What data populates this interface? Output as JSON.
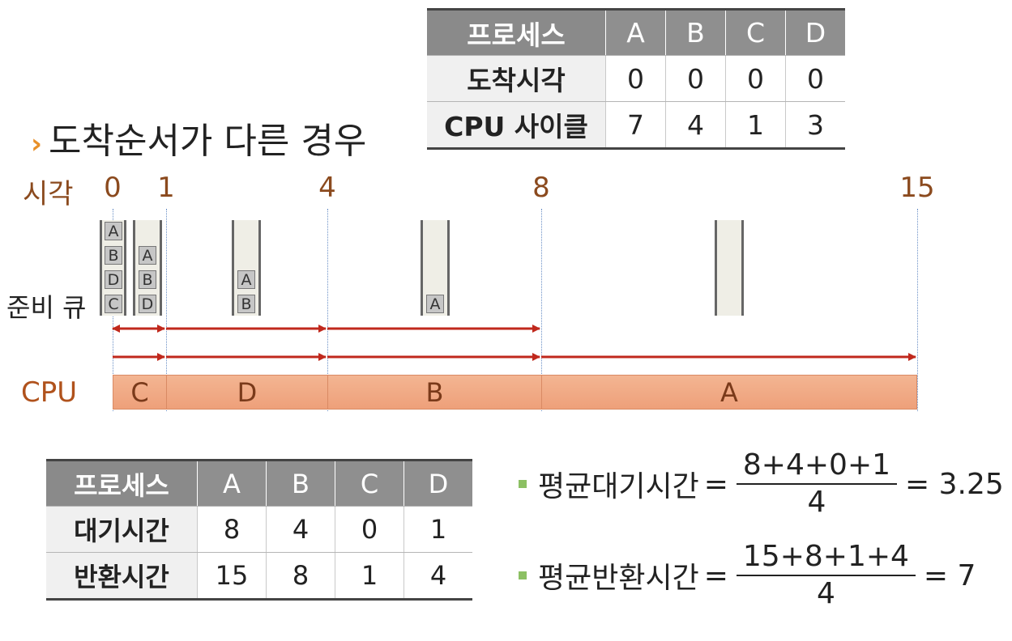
{
  "top_table": {
    "header": [
      "프로세스",
      "A",
      "B",
      "C",
      "D"
    ],
    "rows": [
      {
        "label": "도착시각",
        "values": [
          "0",
          "0",
          "0",
          "0"
        ]
      },
      {
        "label": "CPU 사이클",
        "values": [
          "7",
          "4",
          "1",
          "3"
        ]
      }
    ]
  },
  "title": {
    "bullet": "›",
    "text": "도착순서가 다른 경우"
  },
  "timeline": {
    "label": "시각",
    "ticks": [
      "0",
      "1",
      "4",
      "8",
      "15"
    ],
    "ready_queue_label": "준비 큐",
    "queues": [
      {
        "items": [
          "A",
          "B",
          "D",
          "C"
        ]
      },
      {
        "items": [
          "A",
          "B",
          "D"
        ]
      },
      {
        "items": [
          "A",
          "B"
        ]
      },
      {
        "items": [
          "A"
        ]
      },
      {
        "items": []
      }
    ],
    "cpu_label": "CPU",
    "segments": [
      {
        "name": "C",
        "start": 0,
        "end": 1
      },
      {
        "name": "D",
        "start": 1,
        "end": 4
      },
      {
        "name": "B",
        "start": 4,
        "end": 8
      },
      {
        "name": "A",
        "start": 8,
        "end": 15
      }
    ],
    "colors": {
      "axis_text": "#8b4a1e",
      "arrow": "#c0281c",
      "bar": "#eea07a"
    }
  },
  "bottom_table": {
    "header": [
      "프로세스",
      "A",
      "B",
      "C",
      "D"
    ],
    "rows": [
      {
        "label": "대기시간",
        "values": [
          "8",
          "4",
          "0",
          "1"
        ]
      },
      {
        "label": "반환시간",
        "values": [
          "15",
          "8",
          "1",
          "4"
        ]
      }
    ]
  },
  "formulas": {
    "avg_wait": {
      "label": "평균대기시간",
      "eq": "=",
      "numerator": "8+4+0+1",
      "denominator": "4",
      "result": "= 3.25"
    },
    "avg_turnaround": {
      "label": "평균반환시간",
      "eq": "=",
      "numerator": "15+8+1+4",
      "denominator": "4",
      "result": "= 7"
    }
  }
}
